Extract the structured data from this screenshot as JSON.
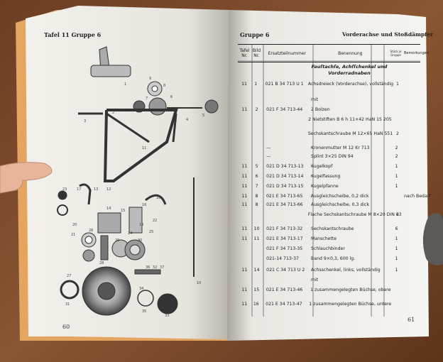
{
  "left_page": {
    "heading": "Tafel 11   Gruppe 6",
    "page_number": "60",
    "part_labels": [
      "1",
      "2",
      "3",
      "4",
      "5",
      "6",
      "7",
      "8",
      "9",
      "10",
      "11",
      "12",
      "13",
      "14",
      "15",
      "16",
      "17",
      "18",
      "19",
      "20",
      "21",
      "22",
      "23",
      "24",
      "25",
      "26",
      "27",
      "28",
      "29",
      "30",
      "31",
      "32",
      "33",
      "34",
      "35",
      "36",
      "37"
    ]
  },
  "right_page": {
    "heading_left": "Gruppe 6",
    "heading_right": "Vorderachse und Stoßdämpfer",
    "page_number": "61",
    "columns": [
      "Tafel Nr.",
      "Bild Nr.",
      "Ersatzteilnummer",
      "Benennung",
      "Stück je Gruppe",
      "Bemerkungen"
    ],
    "section_title": "Fauſtachſe, Achſſchenkel und Vorderradnaben",
    "rows": [
      {
        "tafel": "11",
        "bild": "1",
        "nummer": "021 B 34 713 U 1",
        "benennung": "Achsdreieck (Vorderachse), vollständig",
        "stueck": "1",
        "bemerkung": ""
      },
      {
        "tafel": "",
        "bild": "",
        "nummer": "",
        "benennung": "mit",
        "stueck": "",
        "bemerkung": ""
      },
      {
        "tafel": "11",
        "bild": "2",
        "nummer": "021 F 34 713-44",
        "benennung": "2 Bolzen",
        "stueck": "",
        "bemerkung": ""
      },
      {
        "tafel": "",
        "bild": "",
        "nummer": "",
        "benennung": "2 Nietstiften B 6 h 11×42 HaN 15 205",
        "stueck": "",
        "bemerkung": ""
      },
      {
        "tafel": "",
        "bild": "",
        "nummer": "",
        "benennung": "Sechskantschraube M 12×65 HaN 551",
        "stueck": "2",
        "bemerkung": ""
      },
      {
        "tafel": "",
        "bild": "",
        "nummer": "—",
        "benennung": "Kronenmutter M 12 Kr 713",
        "stueck": "2",
        "bemerkung": ""
      },
      {
        "tafel": "",
        "bild": "",
        "nummer": "—",
        "benennung": "Splint 3×25 DIN 94",
        "stueck": "2",
        "bemerkung": ""
      },
      {
        "tafel": "11",
        "bild": "5",
        "nummer": "021 D 34 713-13",
        "benennung": "Kugelkopf",
        "stueck": "1",
        "bemerkung": ""
      },
      {
        "tafel": "11",
        "bild": "6",
        "nummer": "021 D 34 713-14",
        "benennung": "Kugelfassung",
        "stueck": "1",
        "bemerkung": ""
      },
      {
        "tafel": "11",
        "bild": "7",
        "nummer": "021 D 34 713-15",
        "benennung": "Kugelpfanne",
        "stueck": "1",
        "bemerkung": ""
      },
      {
        "tafel": "11",
        "bild": "8",
        "nummer": "021 E 34 713-65",
        "benennung": "Ausgleichscheibe, 0,2 dick",
        "stueck": "",
        "bemerkung": "nach Bedarf"
      },
      {
        "tafel": "11",
        "bild": "8",
        "nummer": "021 E 34 713-66",
        "benennung": "Ausgleichscheibe, 0,3 dick",
        "stueck": "",
        "bemerkung": ""
      },
      {
        "tafel": "",
        "bild": "",
        "nummer": "",
        "benennung": "Flache Sechskantschraube M 8×20 DIN 63",
        "stueck": "2",
        "bemerkung": ""
      },
      {
        "tafel": "11",
        "bild": "10",
        "nummer": "021 F 34 713-32",
        "benennung": "Sechskantschraube",
        "stueck": "6",
        "bemerkung": ""
      },
      {
        "tafel": "11",
        "bild": "11",
        "nummer": "021 E 34 713-17",
        "benennung": "Manschette",
        "stueck": "1",
        "bemerkung": ""
      },
      {
        "tafel": "",
        "bild": "",
        "nummer": "021 F 34 713-35",
        "benennung": "Schlauchbinder",
        "stueck": "1",
        "bemerkung": ""
      },
      {
        "tafel": "",
        "bild": "",
        "nummer": "021-14 713-37",
        "benennung": "Band 9×0,3, 600 lg.",
        "stueck": "1",
        "bemerkung": ""
      },
      {
        "tafel": "11",
        "bild": "14",
        "nummer": "021 C 34 713 U 2",
        "benennung": "Achsschenkel, links, vollständig",
        "stueck": "1",
        "bemerkung": ""
      },
      {
        "tafel": "",
        "bild": "",
        "nummer": "",
        "benennung": "mit",
        "stueck": "",
        "bemerkung": ""
      },
      {
        "tafel": "11",
        "bild": "15",
        "nummer": "021 E 34 713-46",
        "benennung": "1 zusammengelegten Büchse, obere",
        "stueck": "",
        "bemerkung": ""
      },
      {
        "tafel": "11",
        "bild": "16",
        "nummer": "021 E 34 713-47",
        "benennung": "1 zusammengelegten Büchse, untere",
        "stueck": "",
        "bemerkung": ""
      }
    ]
  },
  "colors": {
    "table_bg": "#7a4a2a",
    "paper": "#f4f2ee",
    "cover_edge": "#e3a560",
    "ink": "#222222"
  }
}
